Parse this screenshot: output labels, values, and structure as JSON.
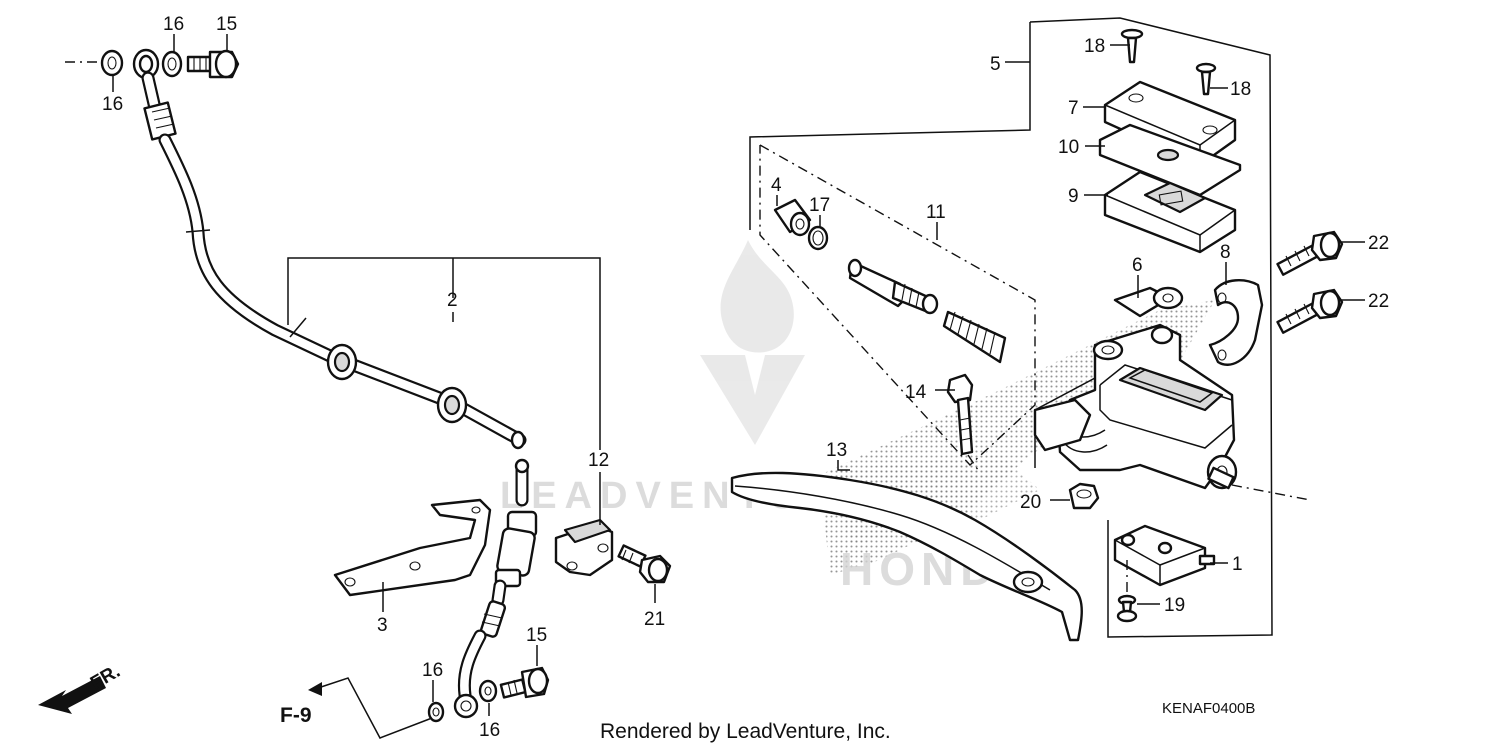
{
  "callouts": [
    {
      "id": "c1",
      "text": "1"
    },
    {
      "id": "c2",
      "text": "2"
    },
    {
      "id": "c3",
      "text": "3"
    },
    {
      "id": "c4",
      "text": "4"
    },
    {
      "id": "c5",
      "text": "5"
    },
    {
      "id": "c6",
      "text": "6"
    },
    {
      "id": "c7",
      "text": "7"
    },
    {
      "id": "c8",
      "text": "8"
    },
    {
      "id": "c9",
      "text": "9"
    },
    {
      "id": "c10",
      "text": "10"
    },
    {
      "id": "c11",
      "text": "11"
    },
    {
      "id": "c12",
      "text": "12"
    },
    {
      "id": "c13",
      "text": "13"
    },
    {
      "id": "c14",
      "text": "14"
    },
    {
      "id": "c15a",
      "text": "15"
    },
    {
      "id": "c15b",
      "text": "15"
    },
    {
      "id": "c16a",
      "text": "16"
    },
    {
      "id": "c16b",
      "text": "16"
    },
    {
      "id": "c16c",
      "text": "16"
    },
    {
      "id": "c16d",
      "text": "16"
    },
    {
      "id": "c17",
      "text": "17"
    },
    {
      "id": "c18a",
      "text": "18"
    },
    {
      "id": "c18b",
      "text": "18"
    },
    {
      "id": "c19",
      "text": "19"
    },
    {
      "id": "c20",
      "text": "20"
    },
    {
      "id": "c21",
      "text": "21"
    },
    {
      "id": "c22a",
      "text": "22"
    },
    {
      "id": "c22b",
      "text": "22"
    }
  ],
  "reference": "F-9",
  "front_marker": "FR.",
  "diagram_code": "KENAF0400B",
  "footer": "Rendered by LeadVenture, Inc.",
  "watermarks": {
    "lead": "LEADVENTURE",
    "brand": "HONDA"
  }
}
